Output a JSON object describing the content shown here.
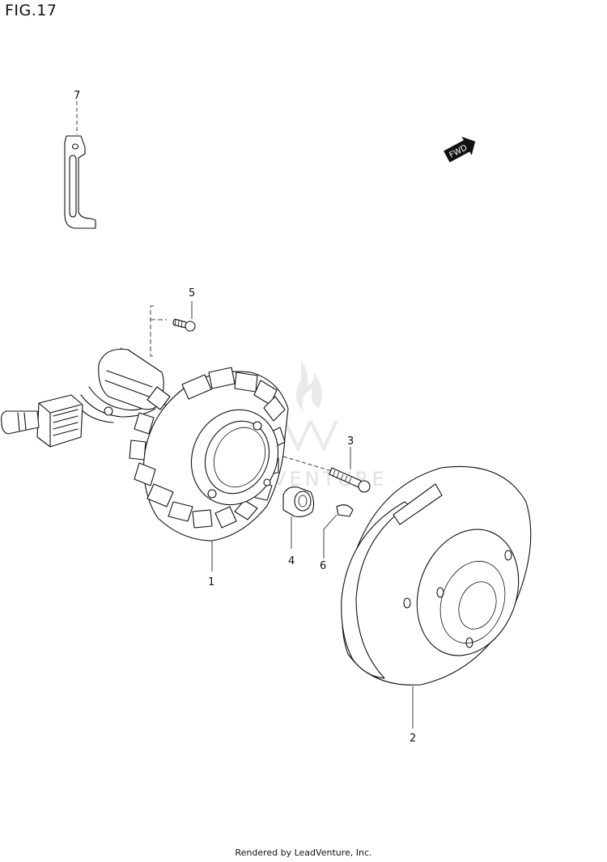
{
  "figure": {
    "title": "FIG.17"
  },
  "fwd_label": "FWD",
  "callouts": [
    {
      "id": "1",
      "label": "1"
    },
    {
      "id": "2",
      "label": "2"
    },
    {
      "id": "3",
      "label": "3"
    },
    {
      "id": "4",
      "label": "4"
    },
    {
      "id": "5",
      "label": "5"
    },
    {
      "id": "6",
      "label": "6"
    },
    {
      "id": "7",
      "label": "7"
    }
  ],
  "watermark": "LEADVENTURE",
  "footer": {
    "credit": "Rendered by LeadVenture, Inc."
  }
}
